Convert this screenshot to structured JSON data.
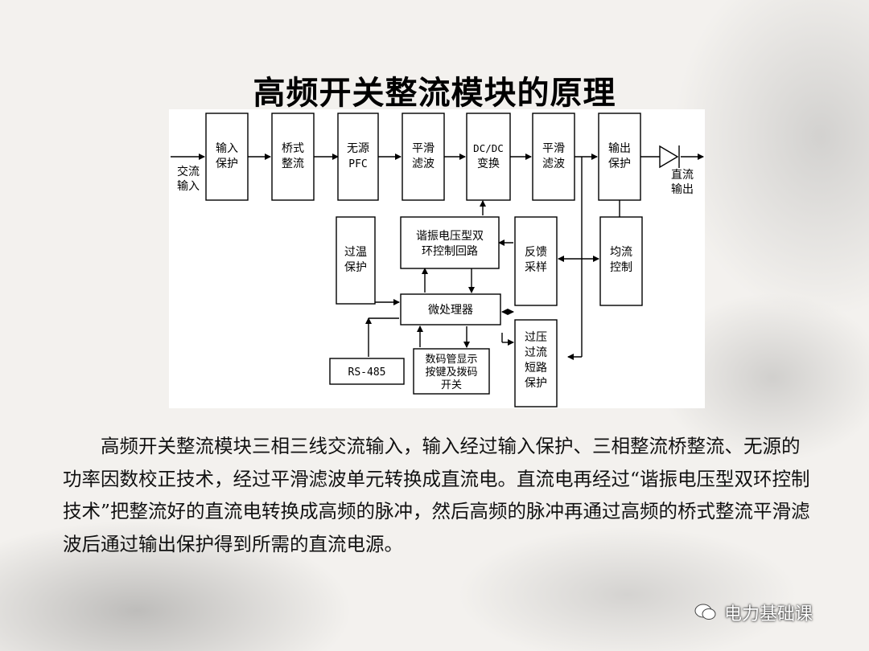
{
  "slide": {
    "title": "高频开关整流模块的原理",
    "body": "　　高频开关整流模块三相三线交流输入，输入经过输入保护、三相整流桥整流、无源的功率因数校正技术，经过平滑滤波单元转换成直流电。直流电再经过“谐振电压型双环控制技术”把整流好的直流电转换成高频的脉冲，然后高频的脉冲再通过高频的桥式整流平滑滤波后通过输出保护得到所需的直流电源。",
    "watermark": "电力基础课"
  },
  "diagram": {
    "input_label": [
      "交流",
      "输入"
    ],
    "output_label": [
      "直流",
      "输出"
    ],
    "blocks": {
      "input_protect": [
        "输入",
        "保护"
      ],
      "bridge_rectifier": [
        "桥式",
        "整流"
      ],
      "passive_pfc": [
        "无源",
        "PFC"
      ],
      "smooth_filter_1": [
        "平滑",
        "滤波"
      ],
      "dcdc": [
        "DC/DC",
        "变换"
      ],
      "smooth_filter_2": [
        "平滑",
        "滤波"
      ],
      "output_protect": [
        "输出",
        "保护"
      ],
      "overtemp": [
        "过温",
        "保护"
      ],
      "resonant_ctrl": [
        "谐振电压型双",
        "环控制回路"
      ],
      "feedback": [
        "反馈",
        "采样"
      ],
      "current_share": [
        "均流",
        "控制"
      ],
      "mcu": [
        "微处理器"
      ],
      "rs485": [
        "RS-485"
      ],
      "display": [
        "数码管显示",
        "按键及拨码",
        "开关"
      ],
      "ov_oc_sc": [
        "过压",
        "过流",
        "短路",
        "保护"
      ]
    }
  },
  "colors": {
    "stroke": "#000000",
    "text": "#000000"
  }
}
